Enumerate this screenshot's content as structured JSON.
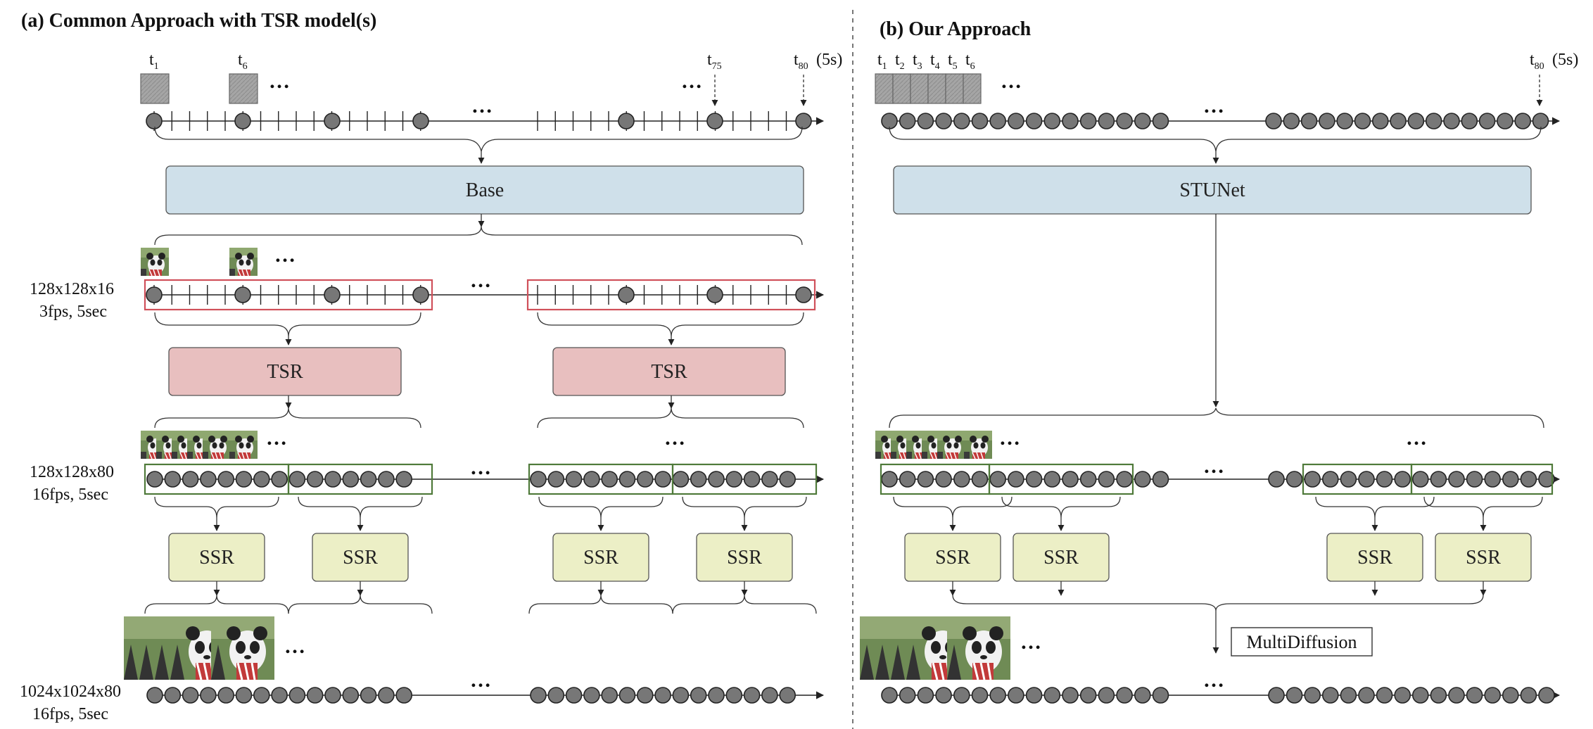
{
  "panel_a": {
    "title": "(a) Common Approach with TSR model(s)",
    "base_label": "Base",
    "tsr_label": "TSR",
    "ssr_label": "SSR",
    "row1_label_line1": "128x128x16",
    "row1_label_line2": "3fps, 5sec",
    "row2_label_line1": "128x128x80",
    "row2_label_line2": "16fps, 5sec",
    "row3_label_line1": "1024x1024x80",
    "row3_label_line2": "16fps, 5sec",
    "time_labels": {
      "t1": "t",
      "t1_sub": "1",
      "t6": "t",
      "t6_sub": "6",
      "t75": "t",
      "t75_sub": "75",
      "t80": "t",
      "t80_sub": "80",
      "duration": "(5s)"
    }
  },
  "panel_b": {
    "title": "(b) Our Approach",
    "stunet_label": "STUNet",
    "ssr_label": "SSR",
    "multidiffusion_label": "MultiDiffusion",
    "time_labels": {
      "t": "t",
      "subs": [
        "1",
        "2",
        "3",
        "4",
        "5",
        "6"
      ],
      "t80_sub": "80",
      "duration": "(5s)"
    }
  },
  "ellipsis": "…",
  "colors": {
    "base_fill": "#cfe0ea",
    "tsr_fill": "#e8bfbf",
    "ssr_fill": "#ecefc6",
    "red_outline": "#d0505a",
    "green_outline": "#4f7a3a",
    "node_fill": "#777777",
    "frame_fill": "#a8a8a8"
  }
}
